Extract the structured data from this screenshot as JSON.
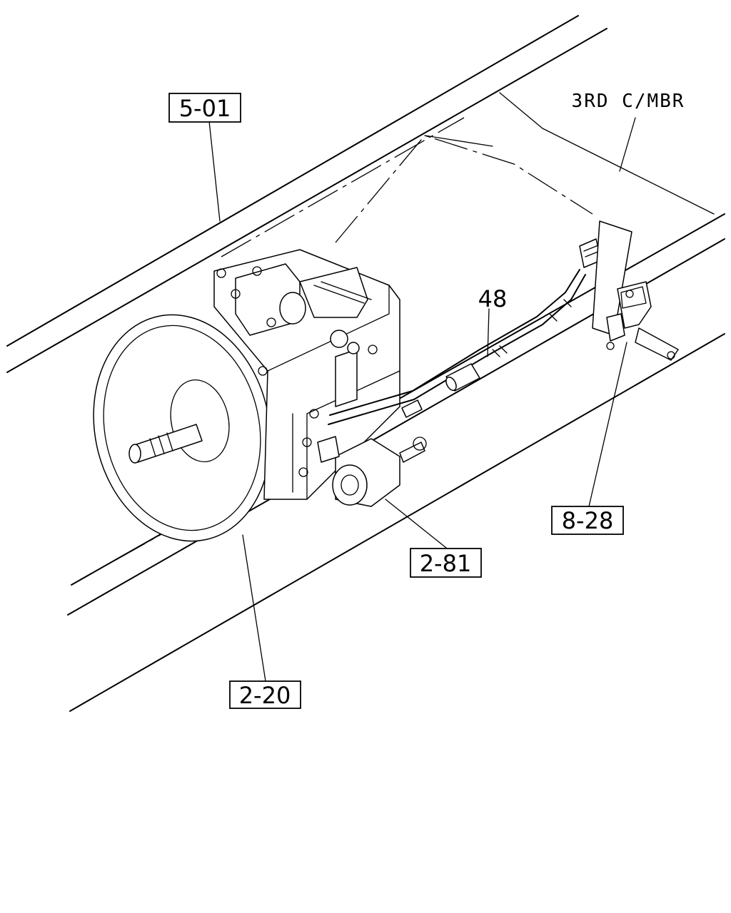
{
  "callouts": {
    "c501": "5-01",
    "c281": "2-81",
    "c220": "2-20",
    "c828": "8-28",
    "part48": "48"
  },
  "notes": {
    "crossmember": "3RD C/MBR"
  }
}
